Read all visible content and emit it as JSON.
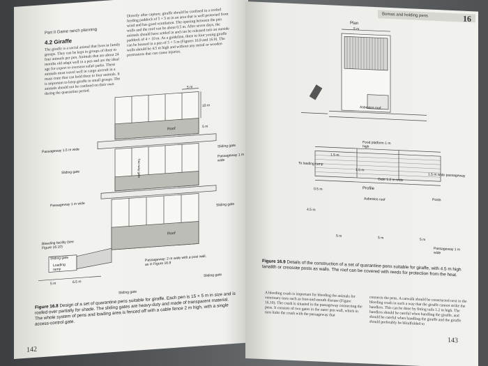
{
  "left_page": {
    "header": "Part II  Game ranch planning",
    "section": "4.2  Giraffe",
    "col1": "The giraffe is a social animal that lives in family groups. They can be kept in groups of three to four animals per pen. Animals that are about 24 months old adapt well in a pen and are the ideal age for export to overseas safari parks. These animals must travel well in cargo aircraft in a mass crate that can hold three to four animals. It is important to keep giraffe in small groups. The animals should not be confined on their own during the quarantine period.",
    "col2": "Directly after capture, giraffe should be confined in a roofed feeding paddock of 5 × 5 m in an area that is well protected from wind and has good ventilation. The opening between the pen walls and the roof can be about 0.5 m. After seven days, the animals should have settled in and can be released into an outside paddock of 4 × 10 m. As a guideline, three to four young giraffe can be housed in a pen of 5 × 5 m (Figures 16.8 and 16.9). The walls should be 4.5 m high and without any metal or wooden protrusions that can cause injuries.",
    "figure_labels": {
      "dim_5m_top": "5 m",
      "dim_10m": "10 m",
      "dim_5m_side": "5 m",
      "roof_top": "Roof",
      "passageway_15": "Passageway 1.5 m wide",
      "sliding_gate_r1": "Sliding gate",
      "sliding_gate_l1": "Sliding gate",
      "two_way_gate": "Two-way gate",
      "passageway_1m_r": "Passageway 1 m wide",
      "passageway_1m_l": "Passageway 1 m wide",
      "sliding_gate_r2": "Sliding gate",
      "roof_bottom": "Roof",
      "bleeding": "Bleeding facility (see Figure 16.10)",
      "sliding_gate_l2": "Sliding gate",
      "loading_ramp": "Loading ramp",
      "passageway_2m": "Passageway: 2 m wide with a post wall, as in Figure 16.9",
      "sliding_gate_bottom": "Sliding gate",
      "sliding_gate_r3": "Sliding gate",
      "dim_5m_bottom": "5 m",
      "dim_65m": "6.5 m"
    },
    "caption_label": "Figure 16.8",
    "caption": "Design of a set of quarantine pens suitable for giraffe. Each pen is 15 × 5 m in size and is roofed over partially for shade. The sliding gates are heavy-duty and made of transparent material. The whole system of pens and loading area is fenced off with a cable fence 2 m high, with a single access-control gate.",
    "page_number": "142"
  },
  "right_page": {
    "header": "Bomas and holding pens",
    "chapter": "16",
    "plan_title": "Plan",
    "profile_title": "Profile",
    "figure_labels": {
      "plan_5m": "5 m",
      "asbestos_roof": "Asbestos roof",
      "food_platform": "Food platform 1 m high",
      "dim_15m": "1.5 m",
      "to_loading_ramp": "To loading ramp",
      "plan_15m_bottom": "1.5 m",
      "passageway_15": "1.5 m wide passageway",
      "gate": "Gate 1.2 m wide",
      "prof_05m": "0.5 m",
      "prof_asbestos": "Asbestos roof",
      "posts": "Posts",
      "prof_45m": "4.5 m",
      "prof_5m_a": "5 m",
      "prof_5m_b": "5 m",
      "prof_5m_c": "5 m",
      "prof_passageway": "Passageway 1 m wide"
    },
    "caption_label": "Figure 16.9",
    "caption": "Details of the construction of a set of quarantine pens suitable for giraffe, with 4.5 m high tanalith or creosote posts as walls. The roof can be covered with reeds for protection from the heat.",
    "col1": "A bleeding crush is important for bleeding the animals for veterinary tests such as foot-and-mouth disease (Figure 16.10). The crush is situated in the passageway connecting the pens. It consists of two gates in the outer pen wall, which in turn links the crush with the passageway that",
    "col2": "connects the pens. A catwalk should be constructed next to the bleeding crush in such a way that the giraffe cannot strike the handlers. This can be done by fitting rails 1.2 m high. The handlers should be careful when handling the giraffe, and should be careful when handling the giraffe and the giraffe should preferably be blindfolded to",
    "page_number": "143"
  }
}
